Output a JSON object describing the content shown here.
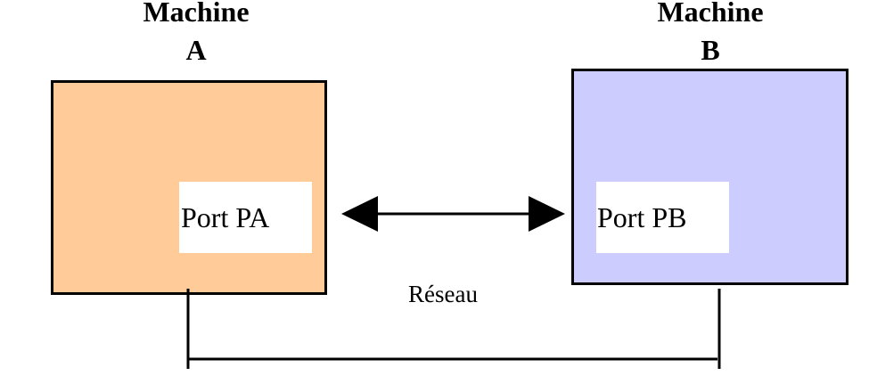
{
  "diagram": {
    "machine_a": {
      "title_line1": "Machine",
      "title_line2": "A",
      "port_label": "Port PA",
      "fill_color": "#ffcc99"
    },
    "machine_b": {
      "title_line1": "Machine",
      "title_line2": "B",
      "port_label": "Port PB",
      "fill_color": "#ccccff"
    },
    "connection": {
      "type": "bidirectional-arrow",
      "from": "Port PA",
      "to": "Port PB"
    },
    "network": {
      "label": "Réseau"
    },
    "stroke_color": "#000000"
  }
}
